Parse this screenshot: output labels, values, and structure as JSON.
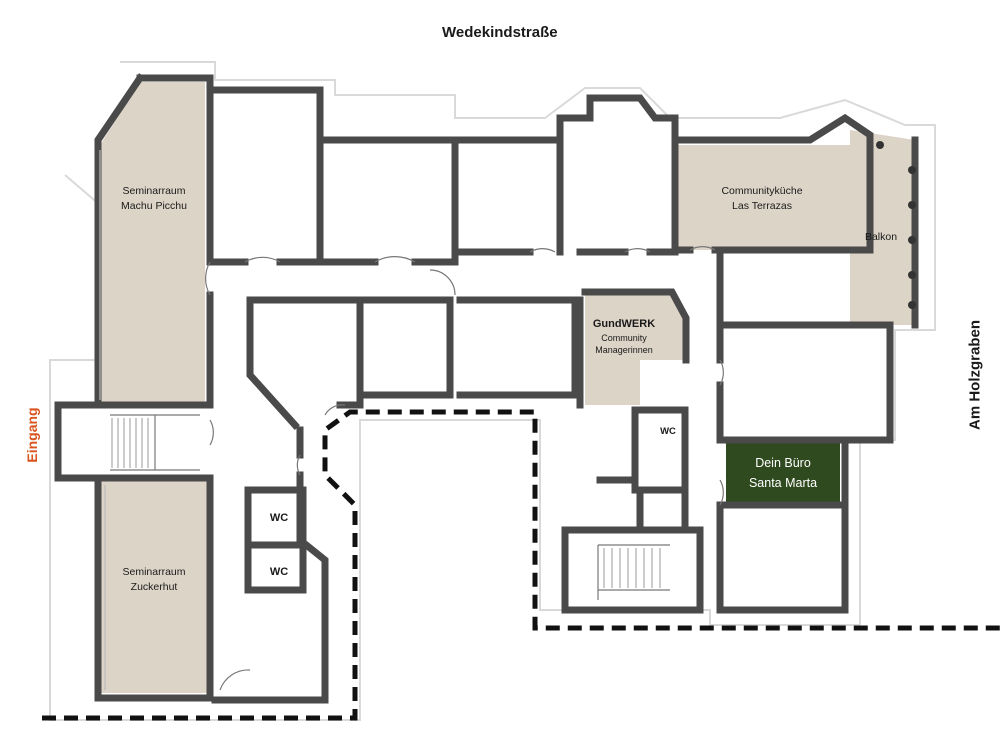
{
  "streets": {
    "top": "Wedekindstraße",
    "right": "Am Holzgraben"
  },
  "entrance": "Eingang",
  "rooms": {
    "seminar_top_line1": "Seminarraum",
    "seminar_top_line2": "Machu Picchu",
    "seminar_bottom_line1": "Seminarraum",
    "seminar_bottom_line2": "Zuckerhut",
    "kitchen_line1": "Communityküche",
    "kitchen_line2": "Las Terrazas",
    "balcony": "Balkon",
    "gundwerk_line1": "GundWERK",
    "gundwerk_line2": "Community",
    "gundwerk_line3": "Managerinnen",
    "office_line1": "Dein Büro",
    "office_line2": "Santa Marta",
    "wc_1": "WC",
    "wc_2": "WC",
    "wc_3": "WC"
  },
  "colors": {
    "wall": "#4a4a4a",
    "highlight_room": "#ddd4c8",
    "office": "#2f4a1f",
    "entrance_text": "#d9541e",
    "outline": "#d9d9d9",
    "boundary": "#111111"
  }
}
